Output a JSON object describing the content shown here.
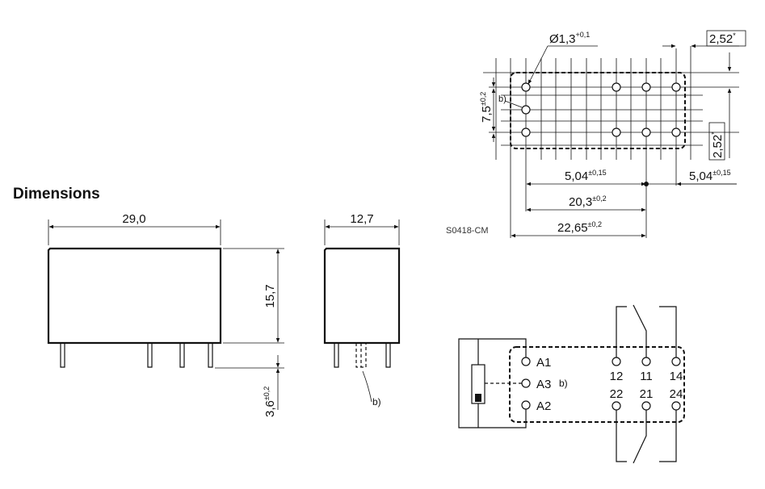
{
  "title": "Dimensions",
  "drawing_code": "S0418-CM",
  "front_view": {
    "length": "29,0",
    "height": "15,7",
    "pin_length": "3,6",
    "pin_tol": "±0,2"
  },
  "side_view": {
    "width": "12,7",
    "note": "b)"
  },
  "pcb_layout": {
    "hole_dia": "Ø1,3",
    "hole_tol": "+0,1",
    "grid_top": "2,52",
    "grid_side": "2,52",
    "grid_star": "*",
    "row_span": "7,5",
    "row_tol": "±0,2",
    "note": "b)",
    "offset_left": "5,04",
    "offset_left_tol": "±0,15",
    "offset_right": "5,04",
    "offset_right_tol": "±0,15",
    "span_inner": "20,3",
    "span_inner_tol": "±0,2",
    "span_outer": "22,65",
    "span_outer_tol": "±0,2"
  },
  "schematic": {
    "coil_pins": [
      "A1",
      "A3",
      "A2"
    ],
    "a3_note": "b)",
    "top_contacts": [
      "12",
      "11",
      "14"
    ],
    "bottom_contacts": [
      "22",
      "21",
      "24"
    ]
  }
}
